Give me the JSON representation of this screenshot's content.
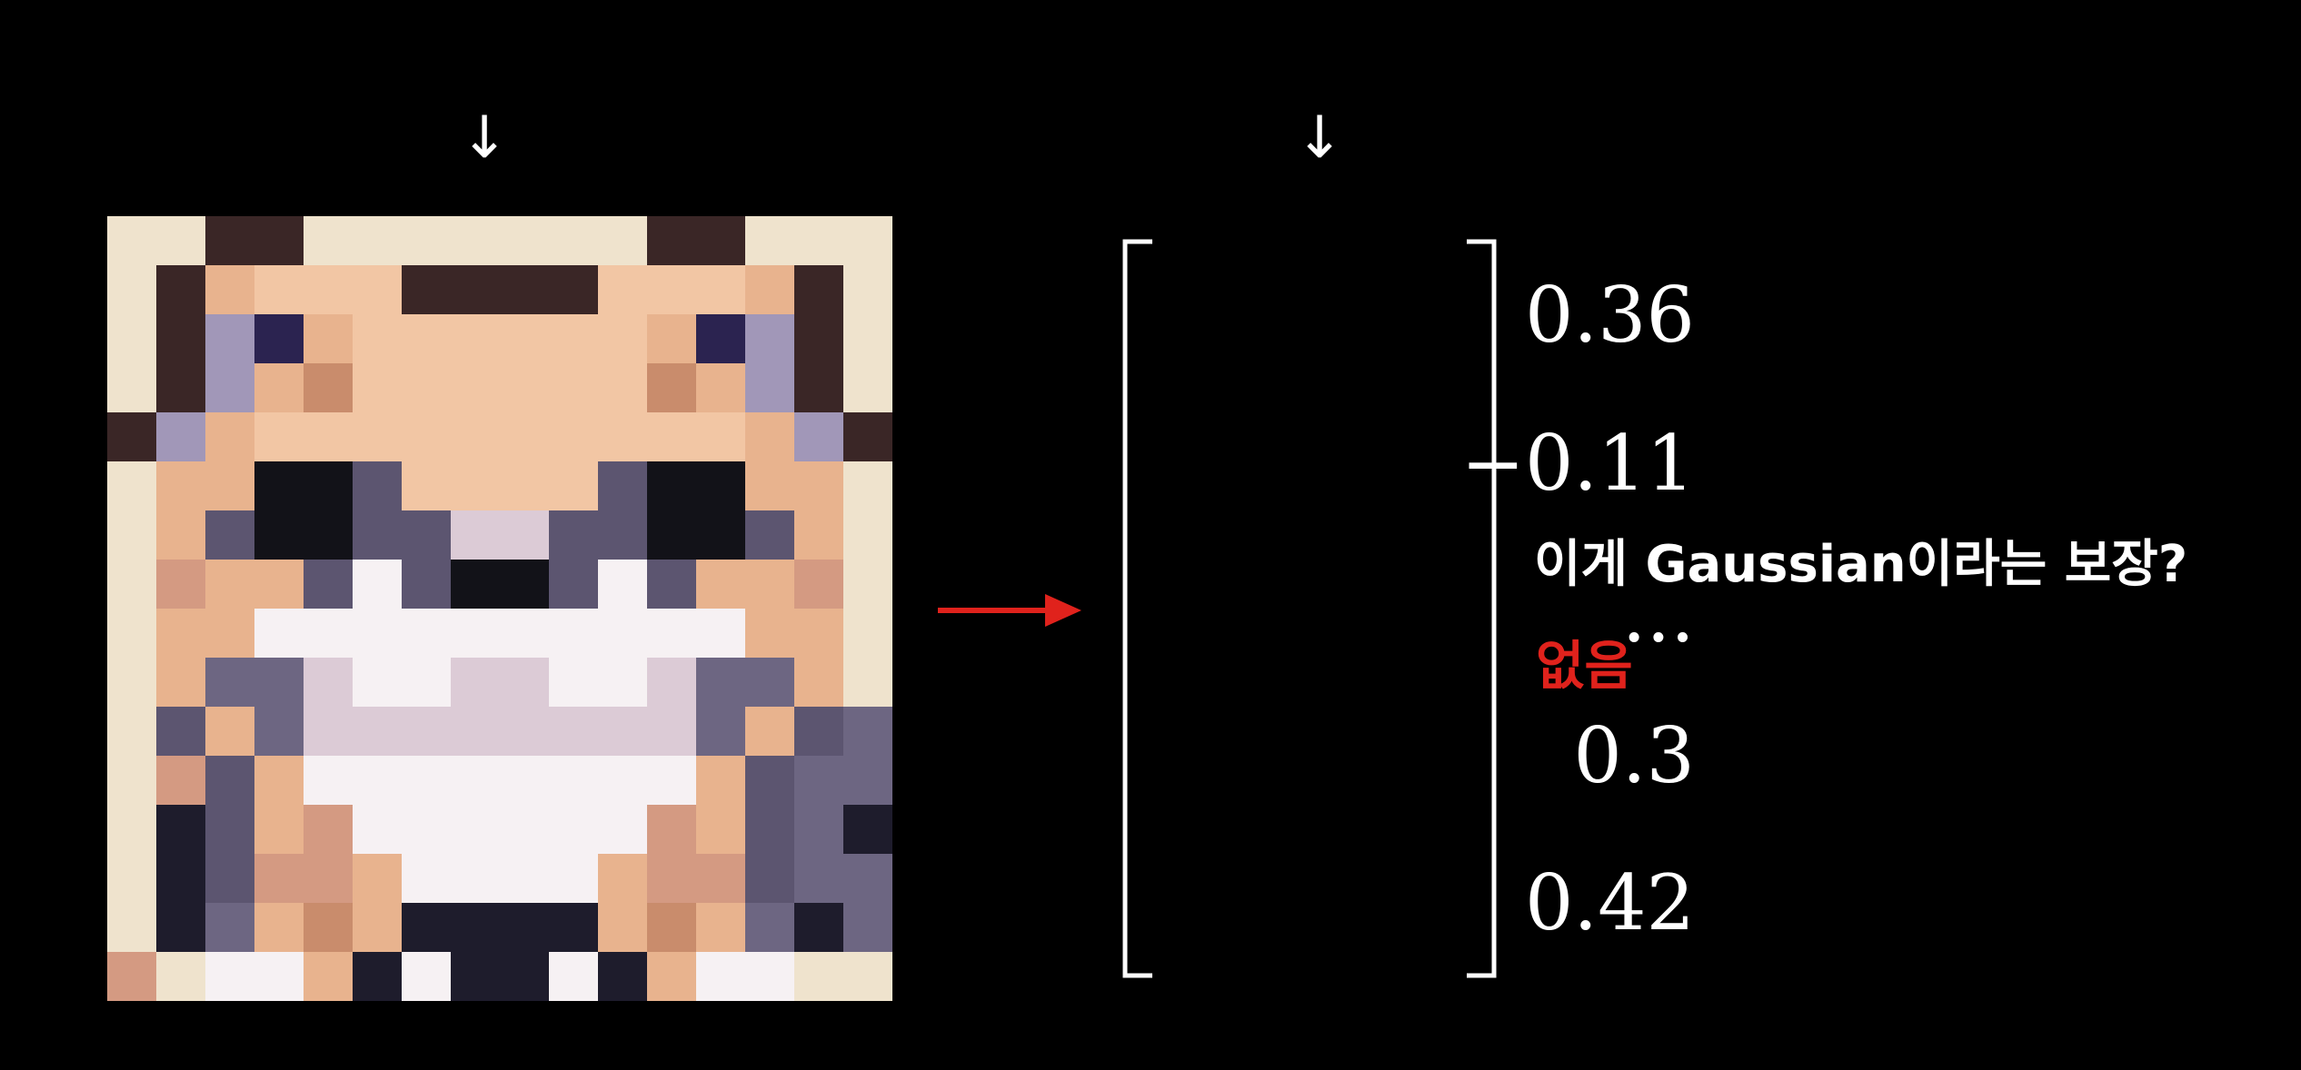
{
  "down_arrow_glyph": "↓",
  "vector": {
    "entries": [
      "0.36",
      "−0.11",
      "···",
      "0.3",
      "0.42"
    ]
  },
  "question": "이게 Gaussian이라는 보장?",
  "answer": "없음",
  "colors": {
    "background": "#000000",
    "text": "#ffffff",
    "accent_red": "#e0221c"
  },
  "icons": {
    "image": "pixel-art-cat-image",
    "arrow": "right-arrow-icon",
    "pointers": "down-arrow-icon"
  }
}
